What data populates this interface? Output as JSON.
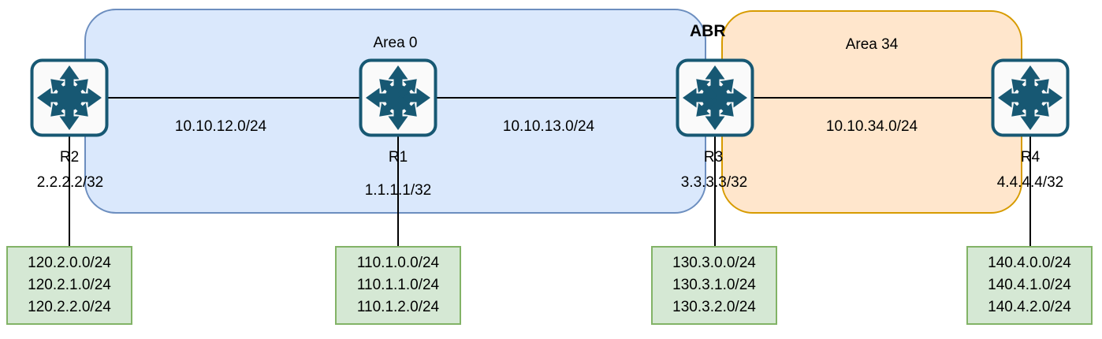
{
  "areas": [
    {
      "label": "Area 0",
      "fill": "#dae8fc",
      "stroke": "#6c8ebf"
    },
    {
      "label": "Area 34",
      "fill": "#ffe6cc",
      "stroke": "#d79b00"
    }
  ],
  "abr_label": "ABR",
  "links": [
    {
      "label": "10.10.12.0/24",
      "from": "R2",
      "to": "R1"
    },
    {
      "label": "10.10.13.0/24",
      "from": "R1",
      "to": "R3"
    },
    {
      "label": "10.10.34.0/24",
      "from": "R3",
      "to": "R4"
    }
  ],
  "routers": [
    {
      "name": "R2",
      "loopback": "2.2.2.2/32",
      "networks": [
        "120.2.0.0/24",
        "120.2.1.0/24",
        "120.2.2.0/24"
      ]
    },
    {
      "name": "R1",
      "loopback": "1.1.1.1/32",
      "networks": [
        "110.1.0.0/24",
        "110.1.1.0/24",
        "110.1.2.0/24"
      ]
    },
    {
      "name": "R3",
      "loopback": "3.3.3.3/32",
      "role": "ABR",
      "networks": [
        "130.3.0.0/24",
        "130.3.1.0/24",
        "130.3.2.0/24"
      ]
    },
    {
      "name": "R4",
      "loopback": "4.4.4.4/32",
      "networks": [
        "140.4.0.0/24",
        "140.4.1.0/24",
        "140.4.2.0/24"
      ]
    }
  ],
  "icon": {
    "name": "multilayer-switch-icon",
    "color": "#175873",
    "face": "#fafafa"
  },
  "network_box": {
    "fill": "#d5e8d4",
    "stroke": "#82b366"
  }
}
